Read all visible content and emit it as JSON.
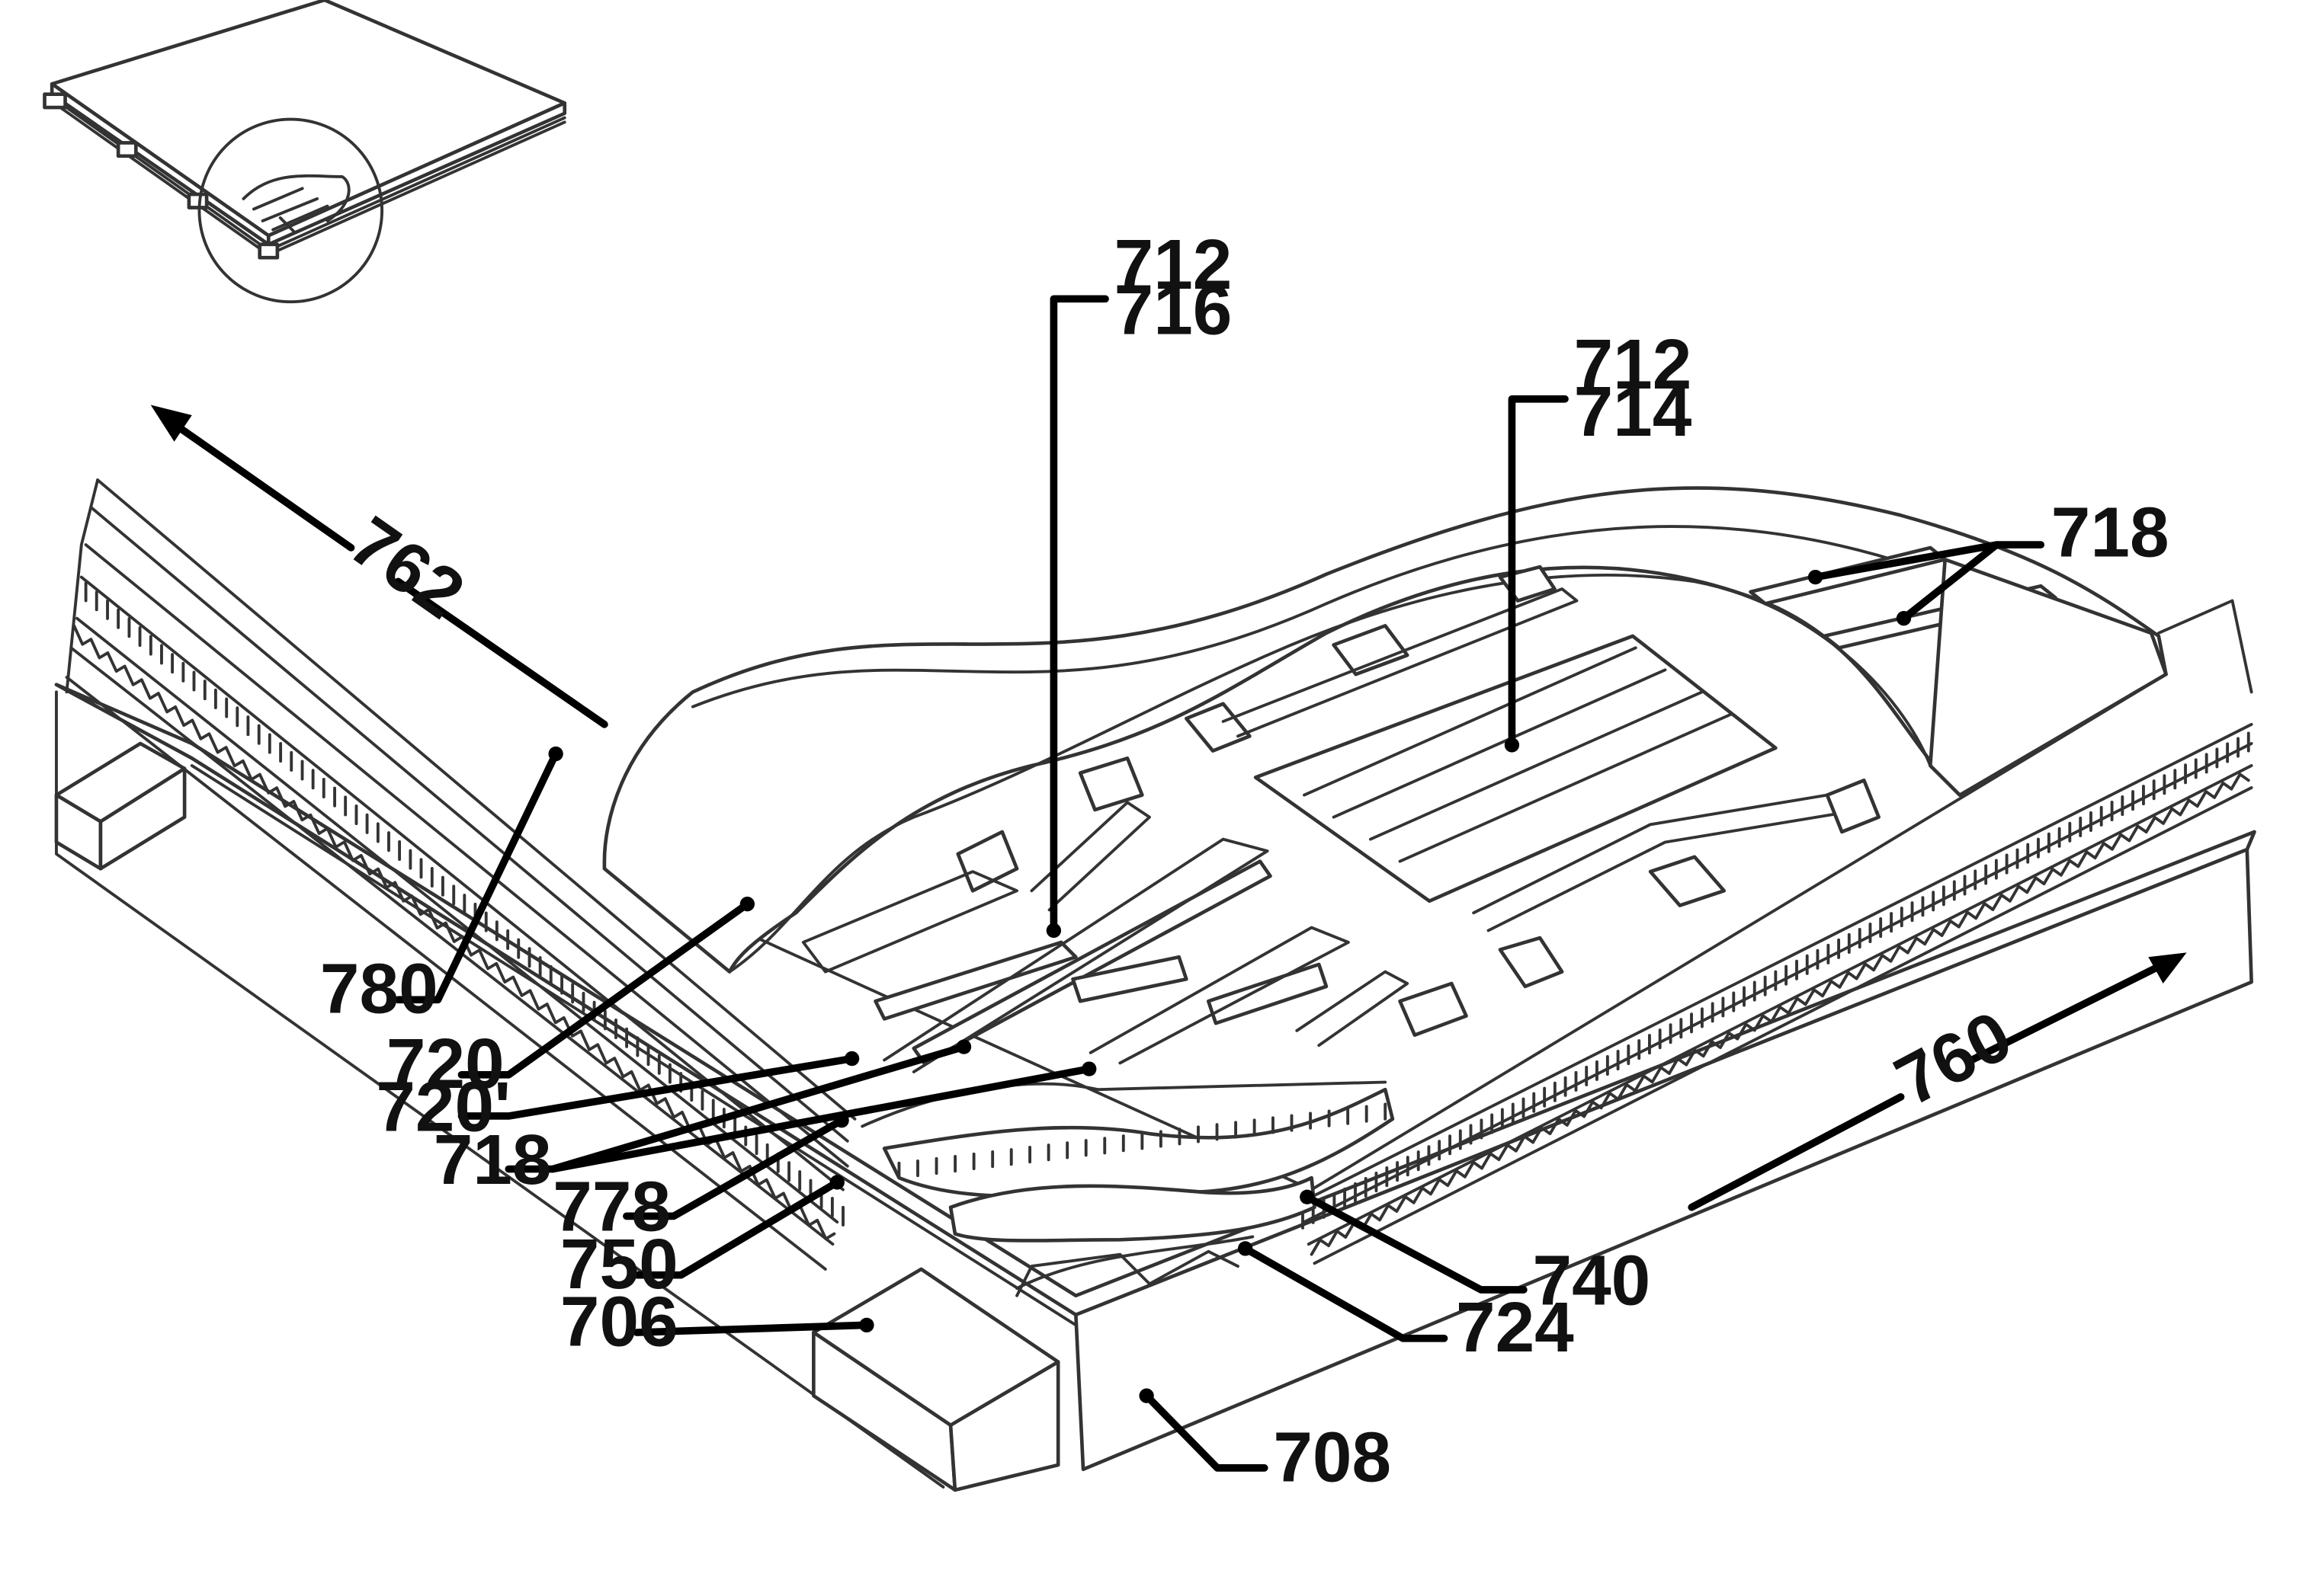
{
  "figure": {
    "labels": {
      "l712a": "712",
      "l716": "716",
      "l712b": "712",
      "l714": "714",
      "l718_top": "718",
      "l762": "762",
      "l760": "760",
      "l780": "780",
      "l720": "720",
      "l720p": "720'",
      "l718_left": "718",
      "l778": "778",
      "l750": "750",
      "l706": "706",
      "l740": "740",
      "l724": "724",
      "l708": "708"
    },
    "colors": {
      "line": "#333333",
      "leader": "#000000",
      "background": "#ffffff"
    }
  }
}
